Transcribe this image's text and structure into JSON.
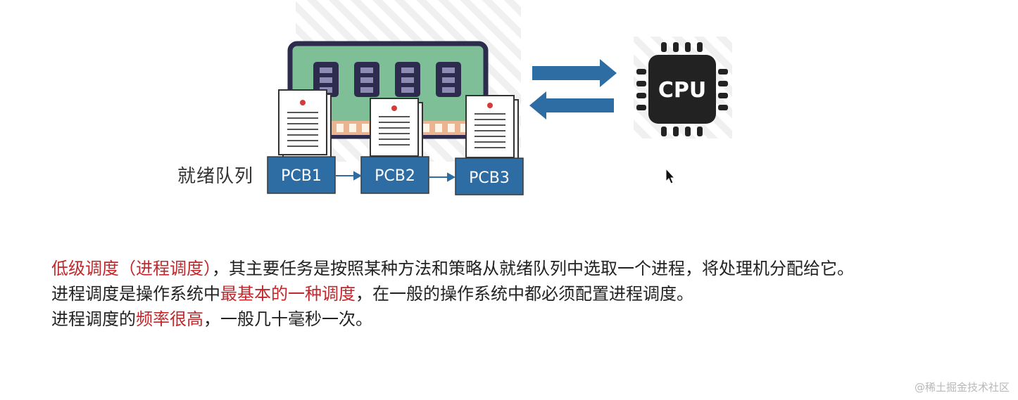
{
  "diagram": {
    "queue_label": "就绪队列",
    "pcbs": [
      "PCB1",
      "PCB2",
      "PCB3"
    ],
    "cpu_label": "CPU"
  },
  "notes": {
    "p1": {
      "hl": "低级调度（进程调度）",
      "rest": "，其主要任务是按照某种方法和策略从就绪队列中选取一个进程，将处理机分配给它。"
    },
    "p2": {
      "pre": "进程调度是操作系统中",
      "hl": "最基本的一种调度",
      "post": "，在一般的操作系统中都必须配置进程调度。"
    },
    "p3": {
      "pre": "进程调度的",
      "hl": "频率很高",
      "post": "，一般几十毫秒一次。"
    }
  },
  "watermark": "@稀土掘金技术社区",
  "colors": {
    "pcb_box": "#2e6da4",
    "memory_board": "#7fbf97",
    "arrow": "#2e6da4",
    "cpu_chip": "#222222",
    "highlight": "#c0282c"
  }
}
